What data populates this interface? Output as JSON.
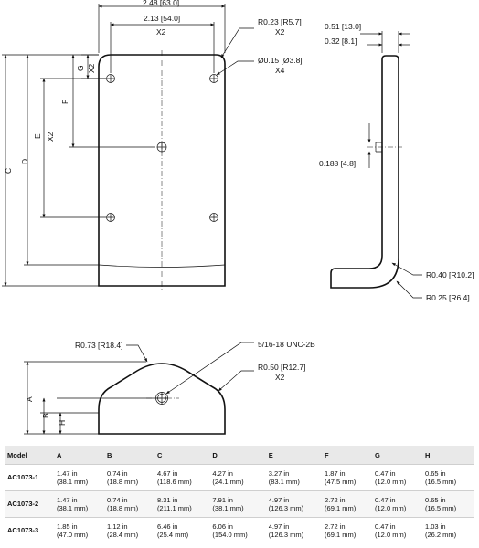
{
  "drawing": {
    "dim_overall_width": "2.48 [63.0]",
    "dim_hole_spacing": "2.13 [54.0]",
    "dim_hole_spacing_qty": "X2",
    "dim_corner_radius": "R0.23 [R5.7]",
    "dim_corner_radius_qty": "X2",
    "dim_hole_dia": "Ø0.15 [Ø3.8]",
    "dim_hole_dia_qty": "X4",
    "dim_label_g": "G",
    "dim_label_g_qty": "X2",
    "dim_label_f": "F",
    "dim_label_e": "E",
    "dim_label_e_qty": "X2",
    "dim_label_d": "D",
    "dim_label_c": "C",
    "dim_side_outer": "0.51 [13.0]",
    "dim_side_thickness": "0.32 [8.1]",
    "dim_side_hole": "0.188 [4.8]",
    "dim_side_outer_radius": "R0.40 [R10.2]",
    "dim_side_inner_radius": "R0.25 [R6.4]",
    "dim_top_radius": "R0.73 [R18.4]",
    "dim_thread": "5/16-18 UNC-2B",
    "dim_shoulder_radius": "R0.50 [R12.7]",
    "dim_shoulder_radius_qty": "X2",
    "dim_label_a": "A",
    "dim_label_b": "B",
    "dim_label_h": "H"
  },
  "table": {
    "headers": [
      "Model",
      "A",
      "B",
      "C",
      "D",
      "E",
      "F",
      "G",
      "H"
    ],
    "rows": [
      [
        "AC1073-1",
        [
          "1.47 in",
          "(38.1 mm)"
        ],
        [
          "0.74 in",
          "(18.8 mm)"
        ],
        [
          "4.67 in",
          "(118.6 mm)"
        ],
        [
          "4.27 in",
          "(24.1 mm)"
        ],
        [
          "3.27 in",
          "(83.1 mm)"
        ],
        [
          "1.87 in",
          "(47.5 mm)"
        ],
        [
          "0.47 in",
          "(12.0 mm)"
        ],
        [
          "0.65 in",
          "(16.5 mm)"
        ]
      ],
      [
        "AC1073-2",
        [
          "1.47 in",
          "(38.1 mm)"
        ],
        [
          "0.74 in",
          "(18.8 mm)"
        ],
        [
          "8.31 in",
          "(211.1 mm)"
        ],
        [
          "7.91 in",
          "(38.1 mm)"
        ],
        [
          "4.97 in",
          "(126.3 mm)"
        ],
        [
          "2.72 in",
          "(69.1 mm)"
        ],
        [
          "0.47 in",
          "(12.0 mm)"
        ],
        [
          "0.65 in",
          "(16.5 mm)"
        ]
      ],
      [
        "AC1073-3",
        [
          "1.85 in",
          "(47.0 mm)"
        ],
        [
          "1.12 in",
          "(28.4 mm)"
        ],
        [
          "6.46 in",
          "(25.4 mm)"
        ],
        [
          "6.06 in",
          "(154.0 mm)"
        ],
        [
          "4.97 in",
          "(126.3 mm)"
        ],
        [
          "2.72 in",
          "(69.1 mm)"
        ],
        [
          "0.47 in",
          "(12.0 mm)"
        ],
        [
          "1.03 in",
          "(26.2 mm)"
        ]
      ]
    ]
  }
}
